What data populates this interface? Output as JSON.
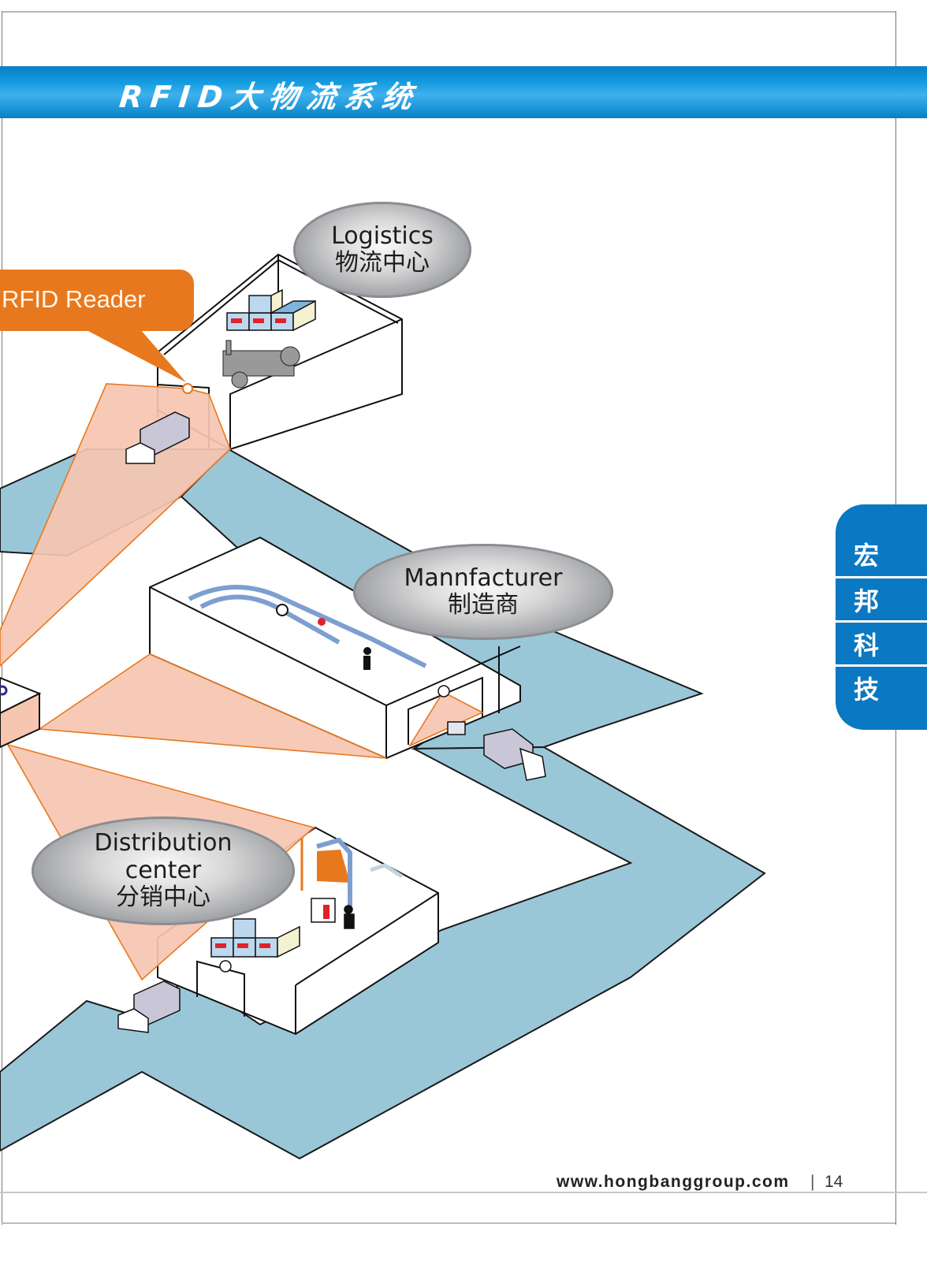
{
  "header": {
    "title": "RFID大物流系统"
  },
  "callout": {
    "label": "RFID Reader",
    "color": "#e8781e"
  },
  "nodes": {
    "logistics": {
      "en": "Logistics",
      "zh": "物流中心"
    },
    "manufacturer": {
      "en": "Mannfacturer",
      "zh": "制造商"
    },
    "distribution": {
      "en_line1": "Distribution",
      "en_line2": "center",
      "zh": "分销中心"
    }
  },
  "side_tab": {
    "chars": [
      "宏",
      "邦",
      "科",
      "技"
    ],
    "color": "#0a78c2"
  },
  "footer": {
    "url": "www.hongbanggroup.com",
    "separator": "|",
    "page_number": "14"
  },
  "colors": {
    "banner": "#129be0",
    "road": "#9ac7d8",
    "rfid_field": "#f6c6b1",
    "rfid_edge": "#e8781e"
  }
}
